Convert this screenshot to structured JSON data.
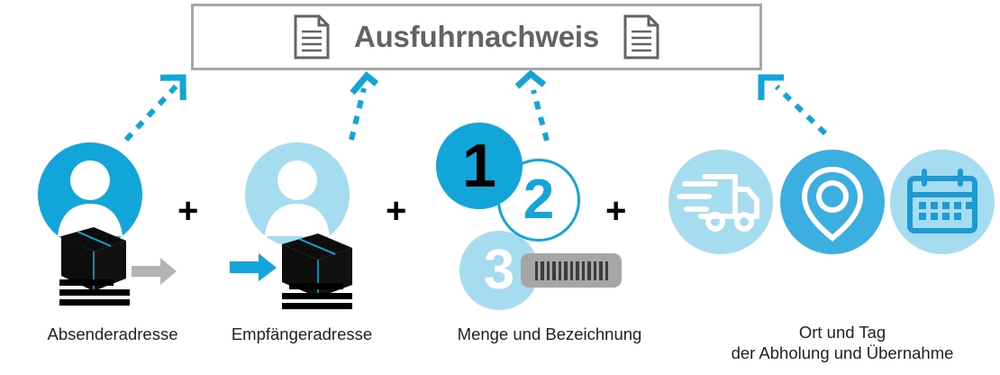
{
  "banner": {
    "title": "Ausfuhrnachweis",
    "left_icon": "document-icon",
    "right_icon": "document-icon",
    "border_color": "#a6a6a6",
    "title_color": "#636363"
  },
  "colors": {
    "blue_strong": "#12a5d9",
    "blue_mid": "#3bb0e0",
    "blue_light": "#a5dcef",
    "black": "#000000",
    "gray_arrow": "#b3b3b3",
    "gray_barcode": "#a6a6a6",
    "text": "#231f20"
  },
  "connectors": [
    {
      "name": "arrow-to-banner-1",
      "direction": "up-right",
      "style": "dashed"
    },
    {
      "name": "arrow-to-banner-2",
      "direction": "up-right",
      "style": "dashed"
    },
    {
      "name": "arrow-to-banner-3",
      "direction": "up-left",
      "style": "dashed"
    },
    {
      "name": "arrow-to-banner-4",
      "direction": "up-left",
      "style": "dashed"
    }
  ],
  "groups": [
    {
      "id": "sender",
      "label": "Absenderadresse",
      "icons": [
        "person-icon",
        "package-box-icon",
        "arrow-right-icon",
        "address-lines-icon"
      ],
      "circle_color": "#12a5d9",
      "arrow_color": "#b3b3b3"
    },
    {
      "id": "recipient",
      "label": "Empfängeradresse",
      "icons": [
        "person-icon",
        "package-box-icon",
        "arrow-right-icon",
        "address-lines-icon"
      ],
      "circle_color": "#a5dcef",
      "arrow_color": "#12a5d9"
    },
    {
      "id": "quantity",
      "label": "Menge und Bezeichnung",
      "icons": [
        "number-one-icon",
        "number-two-icon",
        "number-three-icon",
        "barcode-icon"
      ],
      "numbers": [
        "1",
        "2",
        "3"
      ]
    },
    {
      "id": "pickup",
      "label": "Ort und Tag\nder Abholung und Übernahme",
      "icons": [
        "delivery-truck-icon",
        "location-pin-icon",
        "calendar-icon"
      ]
    }
  ],
  "operators": [
    {
      "name": "plus-1",
      "symbol": "+"
    },
    {
      "name": "plus-2",
      "symbol": "+"
    },
    {
      "name": "plus-3",
      "symbol": "+"
    }
  ]
}
